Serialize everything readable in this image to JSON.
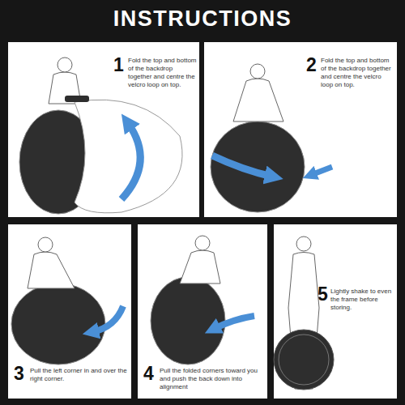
{
  "diagram": {
    "title": "INSTRUCTIONS",
    "nodes": [
      {
        "text": [
          "1",
          "Fold the top and bottom of the backdrop together and centre the velcro loop on top."
        ]
      },
      {
        "text": [
          "2",
          "Fold the top and bottom of the backdrop together and centre the velcro loop on top."
        ]
      },
      {
        "text": [
          "3",
          "Pull the left corner in and over the right corner."
        ]
      },
      {
        "text": [
          "4",
          "Pull the folded corners toward you and push the back down into alignment"
        ]
      },
      {
        "text": [
          "5",
          "Lightly shake to even the frame before storing."
        ]
      }
    ]
  }
}
